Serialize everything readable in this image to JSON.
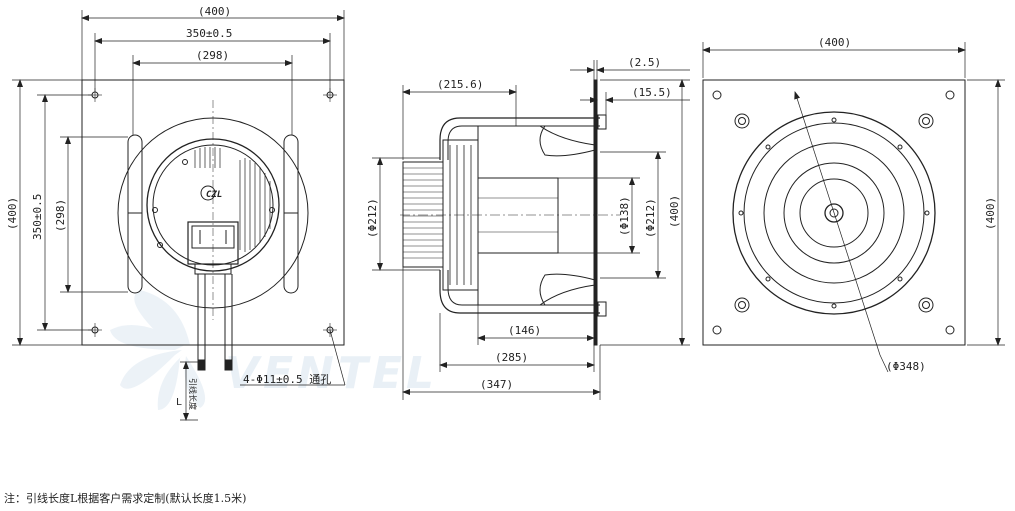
{
  "front_view": {
    "dims": {
      "overall_width": "(400)",
      "hole_spacing": "350±0.5",
      "inner_width": "(298)",
      "overall_height": "(400)",
      "hole_spacing_vertical": "350±0.5",
      "inner_height": "(298)"
    },
    "mounting_holes": "4-Φ11±0.5 通孔",
    "lead_length_label": "L",
    "lead_length_text": "引线长度"
  },
  "side_view": {
    "dims": {
      "top_offset": "(215.6)",
      "plate_thickness": "(2.5)",
      "flange_offset": "(15.5)",
      "motor_dia": "(Φ212)",
      "hub_dia": "(Φ138)",
      "impeller_dia": "(Φ212)",
      "height": "(400)",
      "depth_inner": "(146)",
      "depth_mid": "(285)",
      "depth_total": "(347)"
    }
  },
  "rear_view": {
    "dims": {
      "width": "(400)",
      "height": "(400)",
      "impeller_dia": "(Φ348)"
    }
  },
  "watermark": "VENTEL",
  "note": "注：引线长度L根据客户需求定制(默认长度1.5米)"
}
